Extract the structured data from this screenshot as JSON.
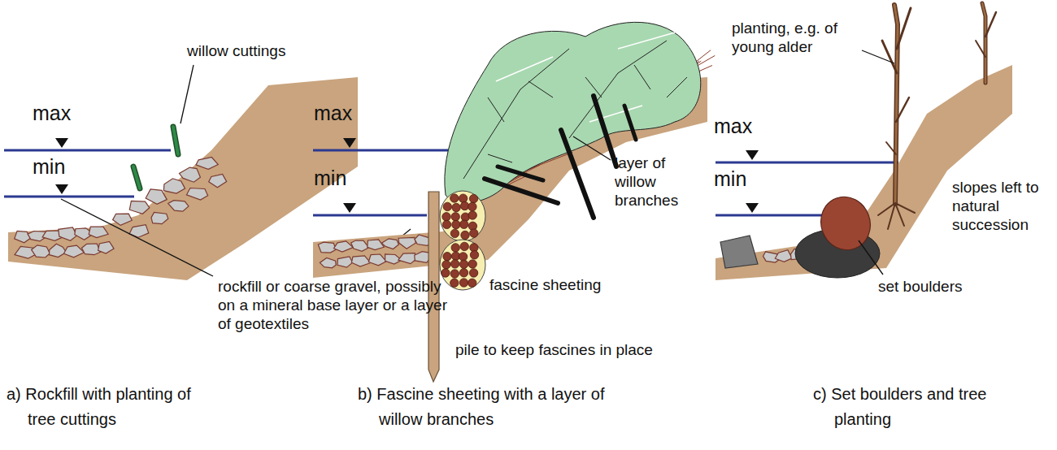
{
  "diagram": {
    "labels": [
      "willow cuttings",
      "max",
      "min",
      "rockfill or coarse gravel, possibly on a mineral base layer or a layer of geotextiles",
      "max",
      "min",
      "layer of willow branches",
      "fascine sheeting",
      "pile to keep fascines in place",
      "planting, e.g. of young alder",
      "max",
      "min",
      "slopes left to natural succession",
      "set boulders",
      "a) Rockfill with planting of tree cuttings",
      "b) Fascine sheeting with a layer of willow branches",
      "c) Set boulders and tree planting"
    ]
  }
}
